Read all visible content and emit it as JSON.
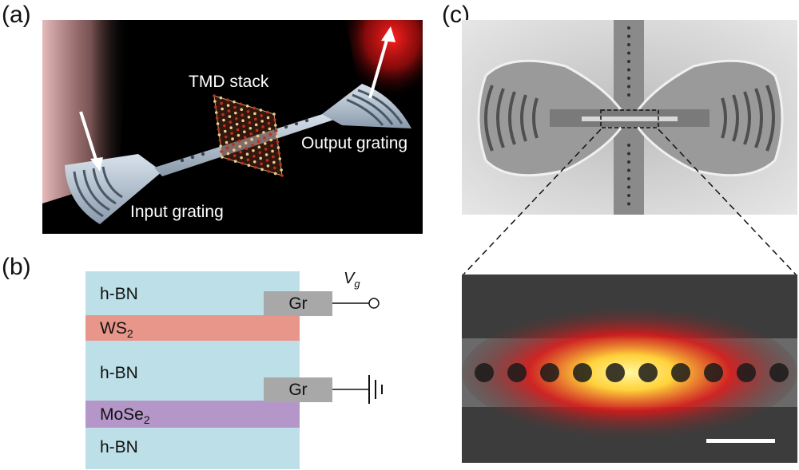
{
  "figure": {
    "panel_labels": {
      "a": "(a)",
      "b": "(b)",
      "c": "(c)"
    }
  },
  "panel_a": {
    "tmd_stack_label": "TMD stack",
    "output_grating_label": "Output grating",
    "input_grating_label": "Input grating"
  },
  "panel_b": {
    "layers": [
      {
        "label": "h-BN",
        "color": "#bde0e8"
      },
      {
        "label": "WS",
        "subscript": "2",
        "color": "#e8958a"
      },
      {
        "label": "h-BN",
        "color": "#bde0e8"
      },
      {
        "label": "MoSe",
        "subscript": "2",
        "color": "#b497c8"
      },
      {
        "label": "h-BN",
        "color": "#bde0e8"
      }
    ],
    "gate_top_label": "Gr",
    "gate_bottom_label": "Gr",
    "voltage_label": "V",
    "voltage_subscript": "g"
  },
  "colors": {
    "hbn": "#bde0e8",
    "ws2": "#e8958a",
    "mose2": "#b497c8",
    "graphene": "#a8a8a8",
    "laser_red": "#e01818"
  }
}
